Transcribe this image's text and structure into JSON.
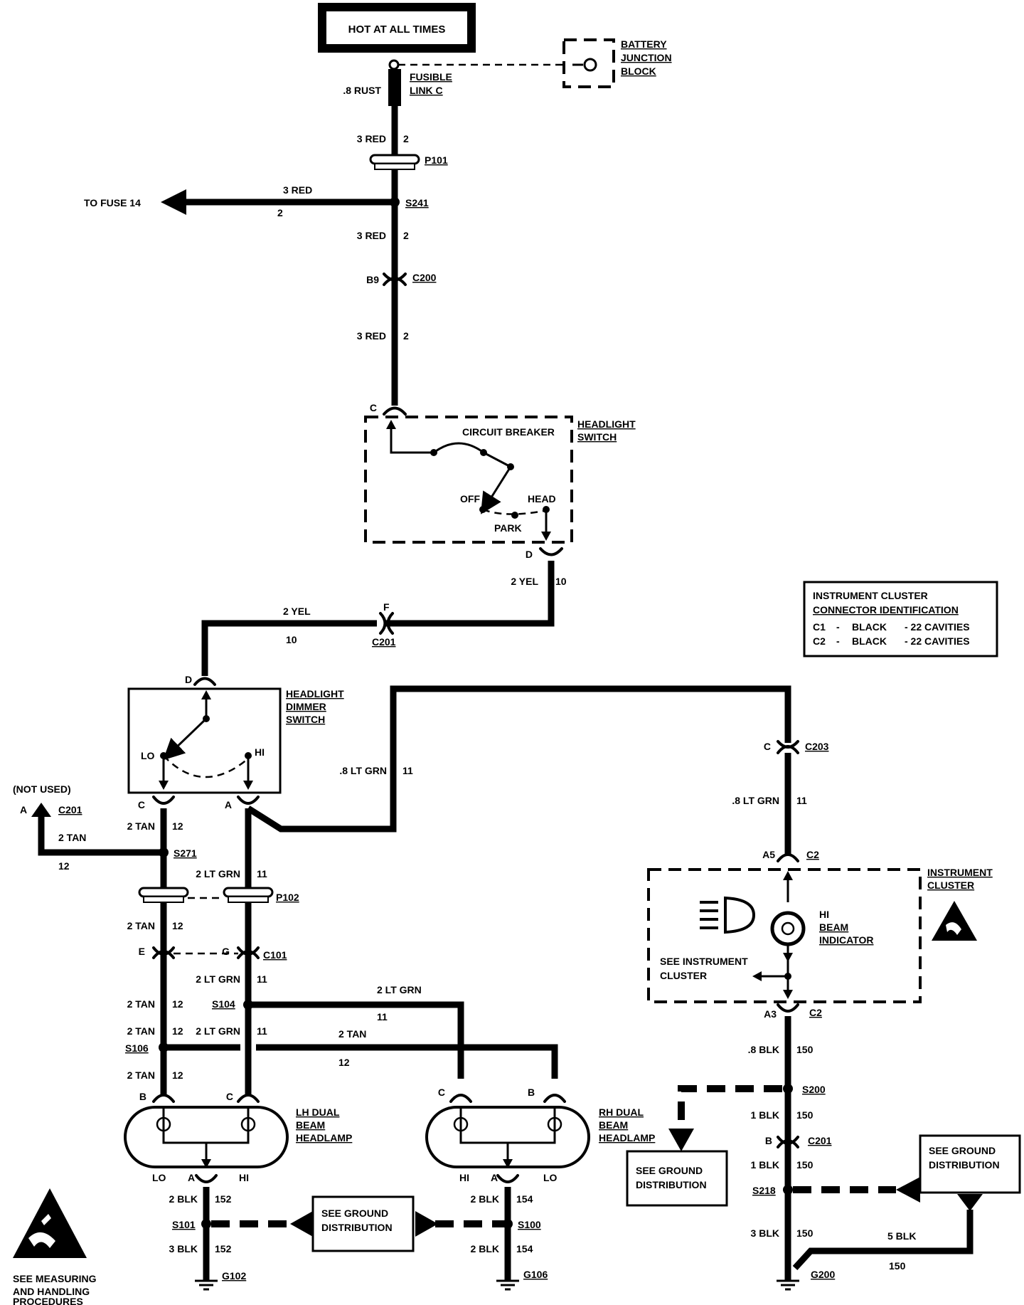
{
  "top_box": {
    "label": "HOT AT ALL TIMES"
  },
  "battery_junction": {
    "line1": "BATTERY",
    "line2": "JUNCTION",
    "line3": "BLOCK"
  },
  "fusible_link": {
    "wire": ".8 RUST",
    "line1": "FUSIBLE",
    "line2": "LINK C"
  },
  "wires": {
    "w1": "3 RED",
    "w1n": "2",
    "p101": "P101",
    "to_fuse": "TO FUSE 14",
    "w2": "3 RED",
    "w2n": "2",
    "s241": "S241",
    "w3": "3 RED",
    "w3n": "2",
    "b9": "B9",
    "c200": "C200",
    "w4": "3 RED",
    "w4n": "2",
    "c_pin": "C",
    "d_pin": "D",
    "w5": "2 YEL",
    "w5n": "10",
    "w6": "2 YEL",
    "w6n": "10",
    "f_pin": "F",
    "c201": "C201",
    "d2_pin": "D",
    "w7": ".8 LT GRN",
    "w7n": "11",
    "c203_pin": "C",
    "c203": "C203",
    "w8": ".8 LT GRN",
    "w8n": "11",
    "a5": "A5",
    "c2a": "C2",
    "a3": "A3",
    "c2b": "C2",
    "w9": ".8 BLK",
    "w9n": "150",
    "s200": "S200",
    "w10": "1 BLK",
    "w10n": "150",
    "b_pin": "B",
    "c201b": "C201",
    "w11": "1 BLK",
    "w11n": "150",
    "s218": "S218",
    "w12": "3 BLK",
    "w12n": "150",
    "w13": "5 BLK",
    "w13n": "150",
    "g200": "G200"
  },
  "headlight_switch": {
    "title1": "HEADLIGHT",
    "title2": "SWITCH",
    "breaker": "CIRCUIT BREAKER",
    "off": "OFF",
    "head": "HEAD",
    "park": "PARK"
  },
  "dimmer_switch": {
    "title1": "HEADLIGHT",
    "title2": "DIMMER",
    "title3": "SWITCH",
    "lo": "LO",
    "hi": "HI"
  },
  "not_used": {
    "label": "(NOT USED)",
    "pin": "A",
    "conn": "C201",
    "wire": "2 TAN",
    "num": "12"
  },
  "left_wires": {
    "c_pin": "C",
    "a_pin": "A",
    "t1": "2 TAN",
    "t1n": "12",
    "s271": "S271",
    "g1": "2 LT GRN",
    "g1n": "11",
    "p102": "P102",
    "t2": "2 TAN",
    "t2n": "12",
    "e_pin": "E",
    "g_pin": "G",
    "c101": "C101",
    "g2": "2 LT GRN",
    "g2n": "11",
    "t3": "2 TAN",
    "t3n": "12",
    "s104": "S104",
    "g3": "2 LT GRN",
    "g3n": "11",
    "g4": "2 LT GRN",
    "g4n": "11",
    "s106": "S106",
    "t4": "2 TAN",
    "t4n": "12",
    "t5": "2 TAN",
    "t5n": "12",
    "t6": "2 TAN",
    "t6n": "12",
    "b_pin": "B",
    "c2_pin": "C"
  },
  "lh_lamp": {
    "title1": "LH DUAL",
    "title2": "BEAM",
    "title3": "HEADLAMP",
    "lo": "LO",
    "a": "A",
    "hi": "HI",
    "w1": "2 BLK",
    "w1n": "152",
    "s101": "S101",
    "w2": "3 BLK",
    "w2n": "152",
    "g102": "G102"
  },
  "rh_lamp": {
    "title1": "RH DUAL",
    "title2": "BEAM",
    "title3": "HEADLAMP",
    "c_pin": "C",
    "b_pin": "B",
    "hi": "HI",
    "a": "A",
    "lo": "LO",
    "w1": "2 BLK",
    "w1n": "154",
    "s100": "S100",
    "w2": "2 BLK",
    "w2n": "154",
    "g106": "G106"
  },
  "ground_boxes": {
    "g1_line1": "SEE GROUND",
    "g1_line2": "DISTRIBUTION",
    "g2_line1": "SEE GROUND",
    "g2_line2": "DISTRIBUTION",
    "g3_line1": "SEE GROUND",
    "g3_line2": "DISTRIBUTION"
  },
  "cluster": {
    "title1": "INSTRUMENT",
    "title2": "CLUSTER",
    "hi": "HI",
    "beam": "BEAM",
    "indicator": "INDICATOR",
    "see1": "SEE INSTRUMENT",
    "see2": "CLUSTER"
  },
  "id_box": {
    "line1": "INSTRUMENT CLUSTER",
    "line2": "CONNECTOR IDENTIFICATION",
    "r1c1": "C1",
    "r1c2": "-",
    "r1c3": "BLACK",
    "r1c4": "- 22 CAVITIES",
    "r2c1": "C2",
    "r2c2": "-",
    "r2c3": "BLACK",
    "r2c4": "- 22 CAVITIES"
  },
  "esd_note": {
    "line1": "SEE MEASURING",
    "line2": "AND HANDLING",
    "line3": "PROCEDURES"
  }
}
